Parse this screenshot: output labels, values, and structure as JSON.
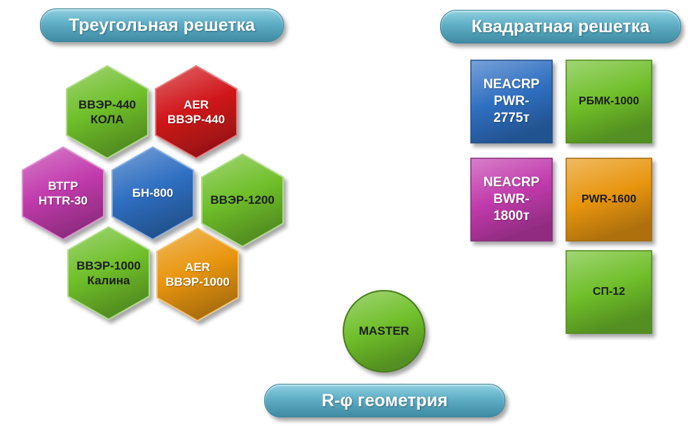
{
  "titles": {
    "triangular": "Треугольная решетка",
    "square": "Квадратная решетка",
    "rphi": "R-φ геометрия"
  },
  "triangular_cells": [
    {
      "id": "vver440-kola",
      "lines": [
        "ВВЭР-440",
        "КОЛА"
      ],
      "color": "green"
    },
    {
      "id": "aer-vver440",
      "lines": [
        "AER",
        "ВВЭР-440"
      ],
      "color": "red"
    },
    {
      "id": "vtgr-httr30",
      "lines": [
        "ВТГР",
        "HTTR-30"
      ],
      "color": "magenta"
    },
    {
      "id": "bn800",
      "lines": [
        "БН-800"
      ],
      "color": "blue"
    },
    {
      "id": "vver1200",
      "lines": [
        "ВВЭР-1200"
      ],
      "color": "green"
    },
    {
      "id": "vver1000-kalina",
      "lines": [
        "ВВЭР-1000",
        "Калина"
      ],
      "color": "green"
    },
    {
      "id": "aer-vver1000",
      "lines": [
        "AER",
        "ВВЭР-1000"
      ],
      "color": "orange"
    }
  ],
  "square_cells": [
    {
      "id": "neacrp-pwr2775",
      "lines": [
        "NEACRP",
        "PWR-",
        "2775т"
      ],
      "color": "blue"
    },
    {
      "id": "rbmk1000",
      "lines": [
        "РБМК-1000"
      ],
      "color": "green"
    },
    {
      "id": "neacrp-bwr1800",
      "lines": [
        "NEACRP",
        "BWR-",
        "1800т"
      ],
      "color": "magenta"
    },
    {
      "id": "pwr1600",
      "lines": [
        "PWR-1600"
      ],
      "color": "orange"
    },
    {
      "id": "sp12",
      "lines": [
        "СП-12"
      ],
      "color": "green"
    }
  ],
  "master": {
    "label": "MASTER",
    "color": "green"
  },
  "palette": {
    "green": "#6fbf2a",
    "red": "#d0161a",
    "magenta": "#c13aac",
    "blue": "#2f6fc1",
    "orange": "#e8950e"
  }
}
